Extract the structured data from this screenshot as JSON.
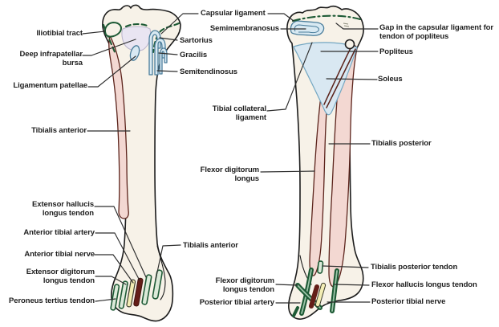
{
  "labels": {
    "iliotibial_tract": "Iliotibial tract",
    "deep_infrapatellar_bursa": [
      "Deep infrapatellar",
      "bursa"
    ],
    "ligamentum_patellae": "Ligamentum patellae",
    "tibialis_anterior": "Tibialis anterior",
    "extensor_hallucis_longus_tendon": [
      "Extensor hallucis",
      "longus tendon"
    ],
    "anterior_tibial_artery": "Anterior tibial artery",
    "anterior_tibial_nerve": "Anterior tibial nerve",
    "extensor_digitorum_longus_tendon": [
      "Extensor digitorum",
      "longus tendon"
    ],
    "peroneus_tertius_tendon": "Peroneus tertius tendon",
    "capsular_ligament": "Capsular ligament",
    "semimembranosus": "Semimembranosus",
    "sartorius": "Sartorius",
    "gracilis": "Gracilis",
    "semitendinosus": "Semitendinosus",
    "tibial_collateral_ligament": [
      "Tibial collateral",
      "ligament"
    ],
    "flexor_digitorum_longus": [
      "Flexor digitorum",
      "longus"
    ],
    "tibialis_anterior_distal": "Tibialis anterior",
    "flexor_digitorum_longus_tendon": [
      "Flexor digitorum",
      "longus tendon"
    ],
    "posterior_tibial_artery": "Posterior tibial artery",
    "gap_in_capsular_ligament": [
      "Gap in the capsular ligament for",
      "tendon of popliteus"
    ],
    "popliteus": "Popliteus",
    "soleus": "Soleus",
    "tibialis_posterior": "Tibialis posterior",
    "tibialis_posterior_tendon": "Tibialis posterior tendon",
    "flexor_hallucis_longus_tendon": "Flexor hallucis longus tendon",
    "posterior_tibial_nerve": "Posterior tibial nerve"
  },
  "colors": {
    "background": "#ffffff",
    "bone_fill": "#f7f2e8",
    "bone_outline": "#1c1c1c",
    "muscle_pink": "#f3d8d2",
    "muscle_outline_maroon": "#5c241c",
    "capsular_ligament_green": "#1d5a35",
    "tendon_blue_outline": "#4a7d9b",
    "tendon_blue_fill": "#d8e9f2",
    "bursa_lavender": "#e9e5f2",
    "popliteus_blue": "#d9e8f2",
    "artery_maroon": "#641e18",
    "nerve_yellow": "#f3edb4",
    "tendon_stripe_green": "#dcead9",
    "leader_line": "#2d2d2d",
    "label_text": "#1e1e1e"
  }
}
